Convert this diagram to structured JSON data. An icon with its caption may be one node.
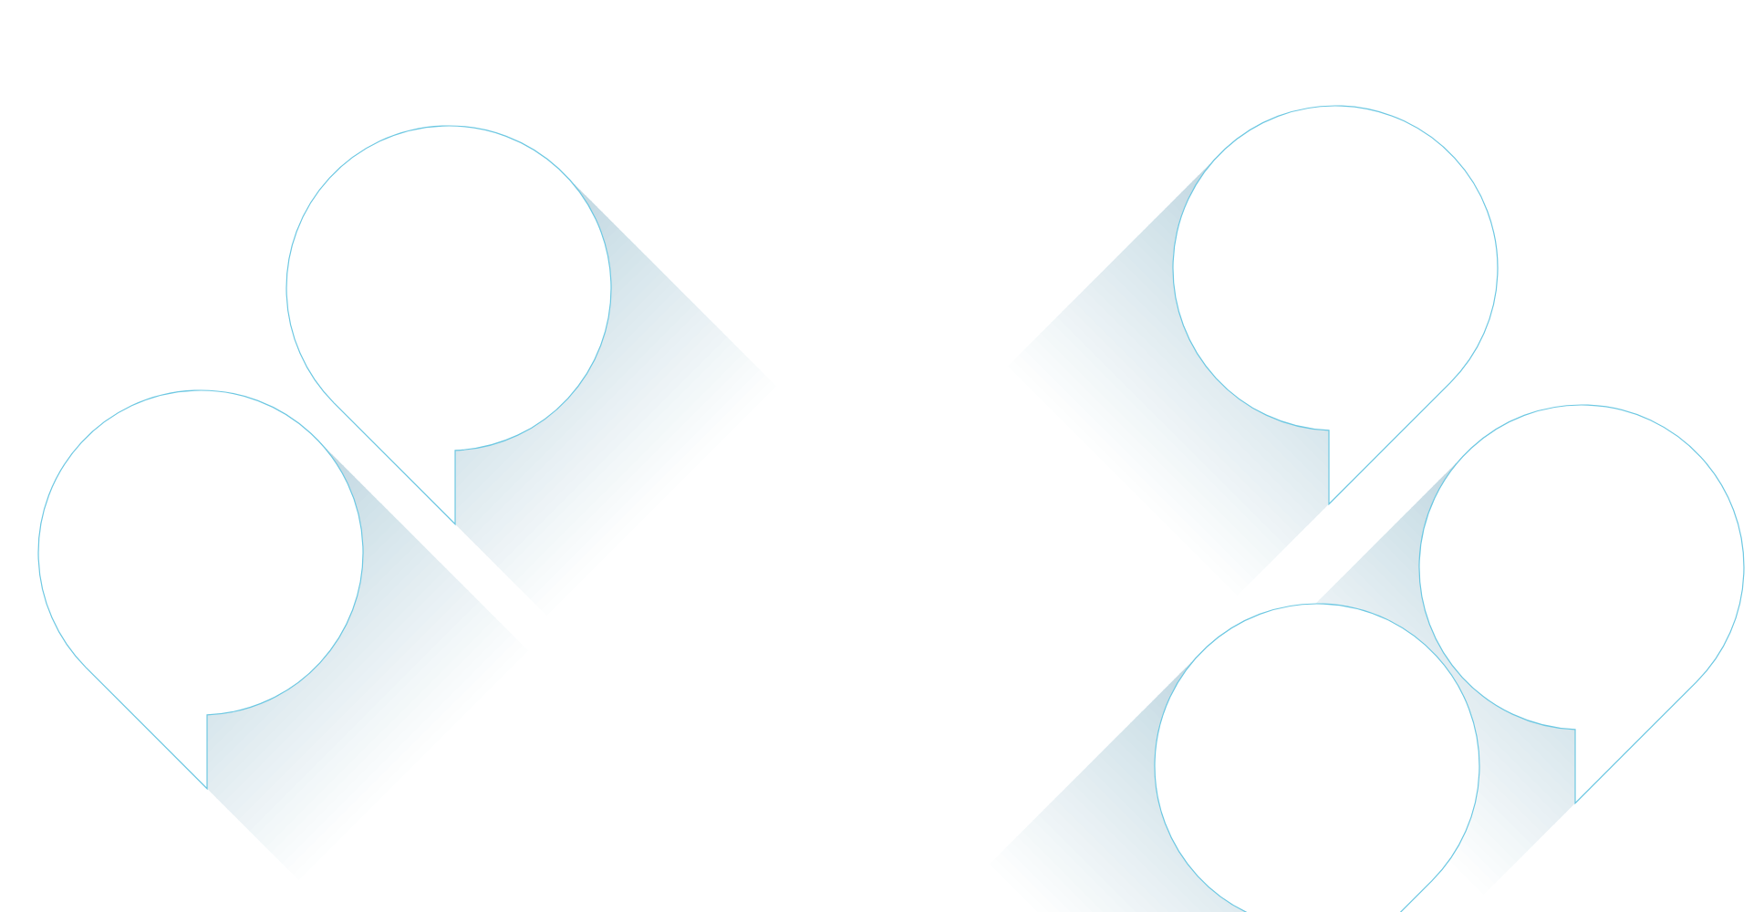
{
  "diagram": {
    "nodes": [
      {
        "text": [],
        "shape": "bubble"
      },
      {
        "text": [],
        "shape": "bubble"
      },
      {
        "text": [],
        "shape": "bubble"
      },
      {
        "text": [],
        "shape": "bubble"
      },
      {
        "text": [],
        "shape": "bubble"
      }
    ]
  }
}
